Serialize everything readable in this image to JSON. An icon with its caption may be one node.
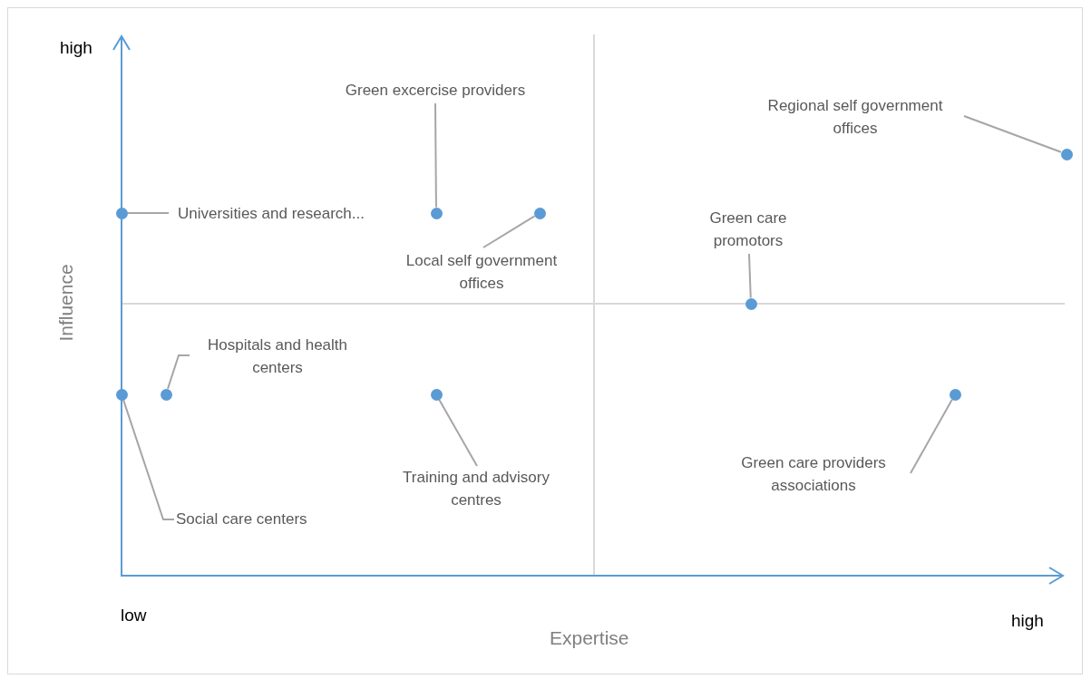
{
  "diagram": {
    "nodes": [
      {
        "text": [
          "Universities and research..."
        ]
      },
      {
        "text": [
          "Green excercise providers"
        ]
      },
      {
        "text": [
          "Local self government offices"
        ]
      },
      {
        "text": [
          "Regional self government offices"
        ]
      },
      {
        "text": [
          "Green care promotors"
        ]
      },
      {
        "text": [
          "Social care centers"
        ]
      },
      {
        "text": [
          "Hospitals and health centers"
        ]
      },
      {
        "text": [
          "Training and advisory centres"
        ]
      },
      {
        "text": [
          "Green care providers associations"
        ]
      },
      {
        "text": [],
        "shape": "circle"
      },
      {
        "text": [],
        "shape": "circle"
      },
      {
        "text": [],
        "shape": "circle"
      },
      {
        "text": [],
        "shape": "circle"
      },
      {
        "text": [],
        "shape": "circle"
      },
      {
        "text": [],
        "shape": "circle"
      },
      {
        "text": [],
        "shape": "circle"
      },
      {
        "text": [],
        "shape": "circle"
      },
      {
        "text": [],
        "shape": "circle"
      }
    ],
    "edges": [
      {
        "from": 0,
        "to": 9,
        "arrow": "none"
      },
      {
        "from": 1,
        "to": 10,
        "arrow": "none"
      },
      {
        "from": 2,
        "to": 11,
        "arrow": "none"
      },
      {
        "from": 3,
        "to": 12,
        "arrow": "none"
      },
      {
        "from": 4,
        "to": 13,
        "arrow": "none"
      },
      {
        "from": 5,
        "to": 14,
        "arrow": "none"
      },
      {
        "from": 6,
        "to": 15,
        "arrow": "none"
      },
      {
        "from": 7,
        "to": 16,
        "arrow": "none"
      },
      {
        "from": 8,
        "to": 17,
        "arrow": "none"
      }
    ],
    "labels": [
      "high",
      "Influence",
      "low",
      "Expertise",
      "high"
    ]
  }
}
